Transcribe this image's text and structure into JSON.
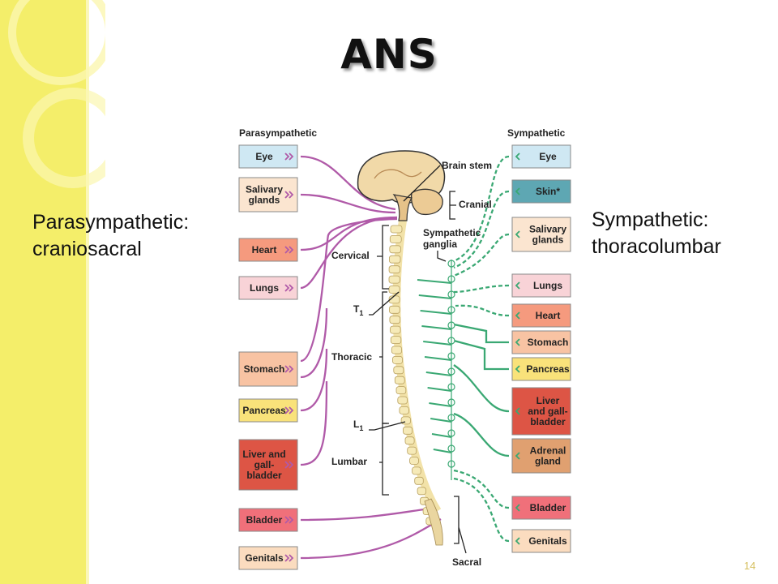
{
  "title": "ANS",
  "left_caption": {
    "line1": "Parasympathetic:",
    "line2": "craniosacral"
  },
  "right_caption": {
    "line1": "Sympathetic:",
    "line2": "thoracolumbar"
  },
  "page_number": "14",
  "diagram": {
    "para_header": "Parasympathetic",
    "symp_header": "Sympathetic",
    "para_color": "#b05aa8",
    "symp_color": "#3aa873",
    "para_organs": [
      {
        "lines": [
          "Eye"
        ],
        "fill": "#cfe8f3"
      },
      {
        "lines": [
          "Salivary",
          "glands"
        ],
        "fill": "#fbe5d0"
      },
      {
        "lines": [
          "Heart"
        ],
        "fill": "#f59a7e"
      },
      {
        "lines": [
          "Lungs"
        ],
        "fill": "#f8d3d7"
      },
      {
        "lines": [
          "Stomach"
        ],
        "fill": "#f8c3a3"
      },
      {
        "lines": [
          "Pancreas"
        ],
        "fill": "#f9e27a"
      },
      {
        "lines": [
          "Liver and",
          "gall-",
          "bladder"
        ],
        "fill": "#dd5545"
      },
      {
        "lines": [
          "Bladder"
        ],
        "fill": "#f0707a"
      },
      {
        "lines": [
          "Genitals"
        ],
        "fill": "#fbdcbf"
      }
    ],
    "symp_organs": [
      {
        "lines": [
          "Eye"
        ],
        "fill": "#cfe8f3"
      },
      {
        "lines": [
          "Skin*"
        ],
        "fill": "#5ea7b3"
      },
      {
        "lines": [
          "Salivary",
          "glands"
        ],
        "fill": "#fbe5d0"
      },
      {
        "lines": [
          "Lungs"
        ],
        "fill": "#f8d3d7"
      },
      {
        "lines": [
          "Heart"
        ],
        "fill": "#f59a7e"
      },
      {
        "lines": [
          "Stomach"
        ],
        "fill": "#f8c3a3"
      },
      {
        "lines": [
          "Pancreas"
        ],
        "fill": "#f9e27a"
      },
      {
        "lines": [
          "Liver",
          "and gall-",
          "bladder"
        ],
        "fill": "#dd5545"
      },
      {
        "lines": [
          "Adrenal",
          "gland"
        ],
        "fill": "#e0a070"
      },
      {
        "lines": [
          "Bladder"
        ],
        "fill": "#f0707a"
      },
      {
        "lines": [
          "Genitals"
        ],
        "fill": "#fbdcbf"
      }
    ],
    "labels": {
      "brain_stem": "Brain stem",
      "cranial": "Cranial",
      "sympathetic_ganglia_1": "Sympathetic",
      "sympathetic_ganglia_2": "ganglia",
      "cervical": "Cervical",
      "t1": "T",
      "t1_sub": "1",
      "thoracic": "Thoracic",
      "l1": "L",
      "l1_sub": "1",
      "lumbar": "Lumbar",
      "sacral": "Sacral"
    }
  }
}
